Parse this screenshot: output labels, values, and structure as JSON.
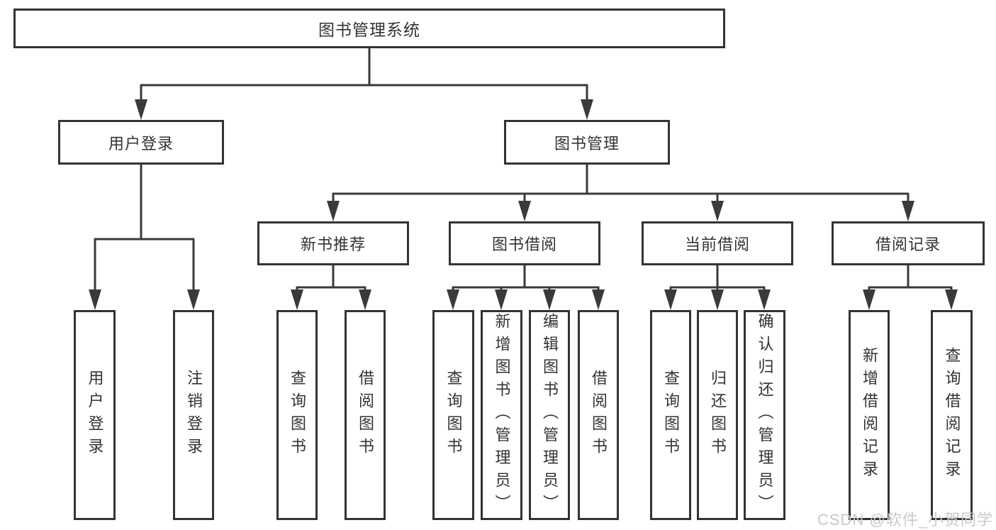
{
  "colors": {
    "ink": "#333333",
    "line": "#3a3a3a",
    "box_bg": "#ffffff",
    "page_bg": "#ffffff",
    "watermark": "#ccc8c7"
  },
  "tree": {
    "root": "图书管理系统",
    "level2": [
      "用户登录",
      "图书管理"
    ],
    "level3": [
      "新书推荐",
      "图书借阅",
      "当前借阅",
      "借阅记录"
    ],
    "leaves": {
      "login": [
        "用户登录",
        "注销登录"
      ],
      "newbooks": [
        "查询图书",
        "借阅图书"
      ],
      "borrow": [
        "查询图书",
        "新增图书（管理员）",
        "编辑图书（管理员）",
        "借阅图书"
      ],
      "current": [
        "查询图书",
        "归还图书",
        "确认归还（管理员）"
      ],
      "records": [
        "新增借阅记录",
        "查询借阅记录"
      ]
    }
  },
  "watermark": "CSDN @软件_小贺同学"
}
